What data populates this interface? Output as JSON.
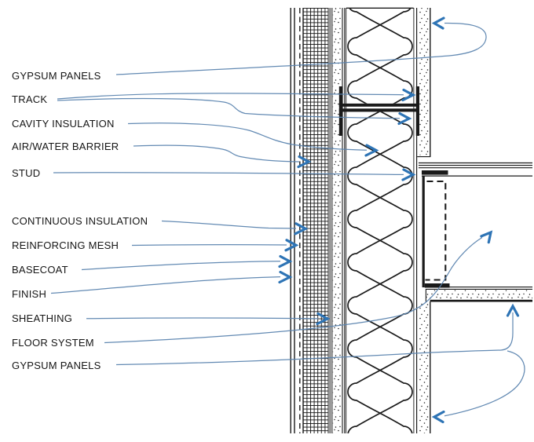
{
  "figure": {
    "type": "wall-section-detail",
    "labels": [
      {
        "text": "GYPSUM PANELS"
      },
      {
        "text": "TRACK"
      },
      {
        "text": "CAVITY INSULATION"
      },
      {
        "text": "AIR/WATER BARRIER"
      },
      {
        "text": "STUD"
      },
      {
        "text": "CONTINUOUS INSULATION"
      },
      {
        "text": "REINFORCING MESH"
      },
      {
        "text": "BASECOAT"
      },
      {
        "text": "FINISH"
      },
      {
        "text": "SHEATHING"
      },
      {
        "text": "FLOOR SYSTEM"
      },
      {
        "text": "GYPSUM PANELS"
      }
    ],
    "colors": {
      "leader": "#5b84af",
      "arrow": "#2e74b5",
      "ink": "#1a1a1a",
      "background": "#ffffff"
    }
  }
}
